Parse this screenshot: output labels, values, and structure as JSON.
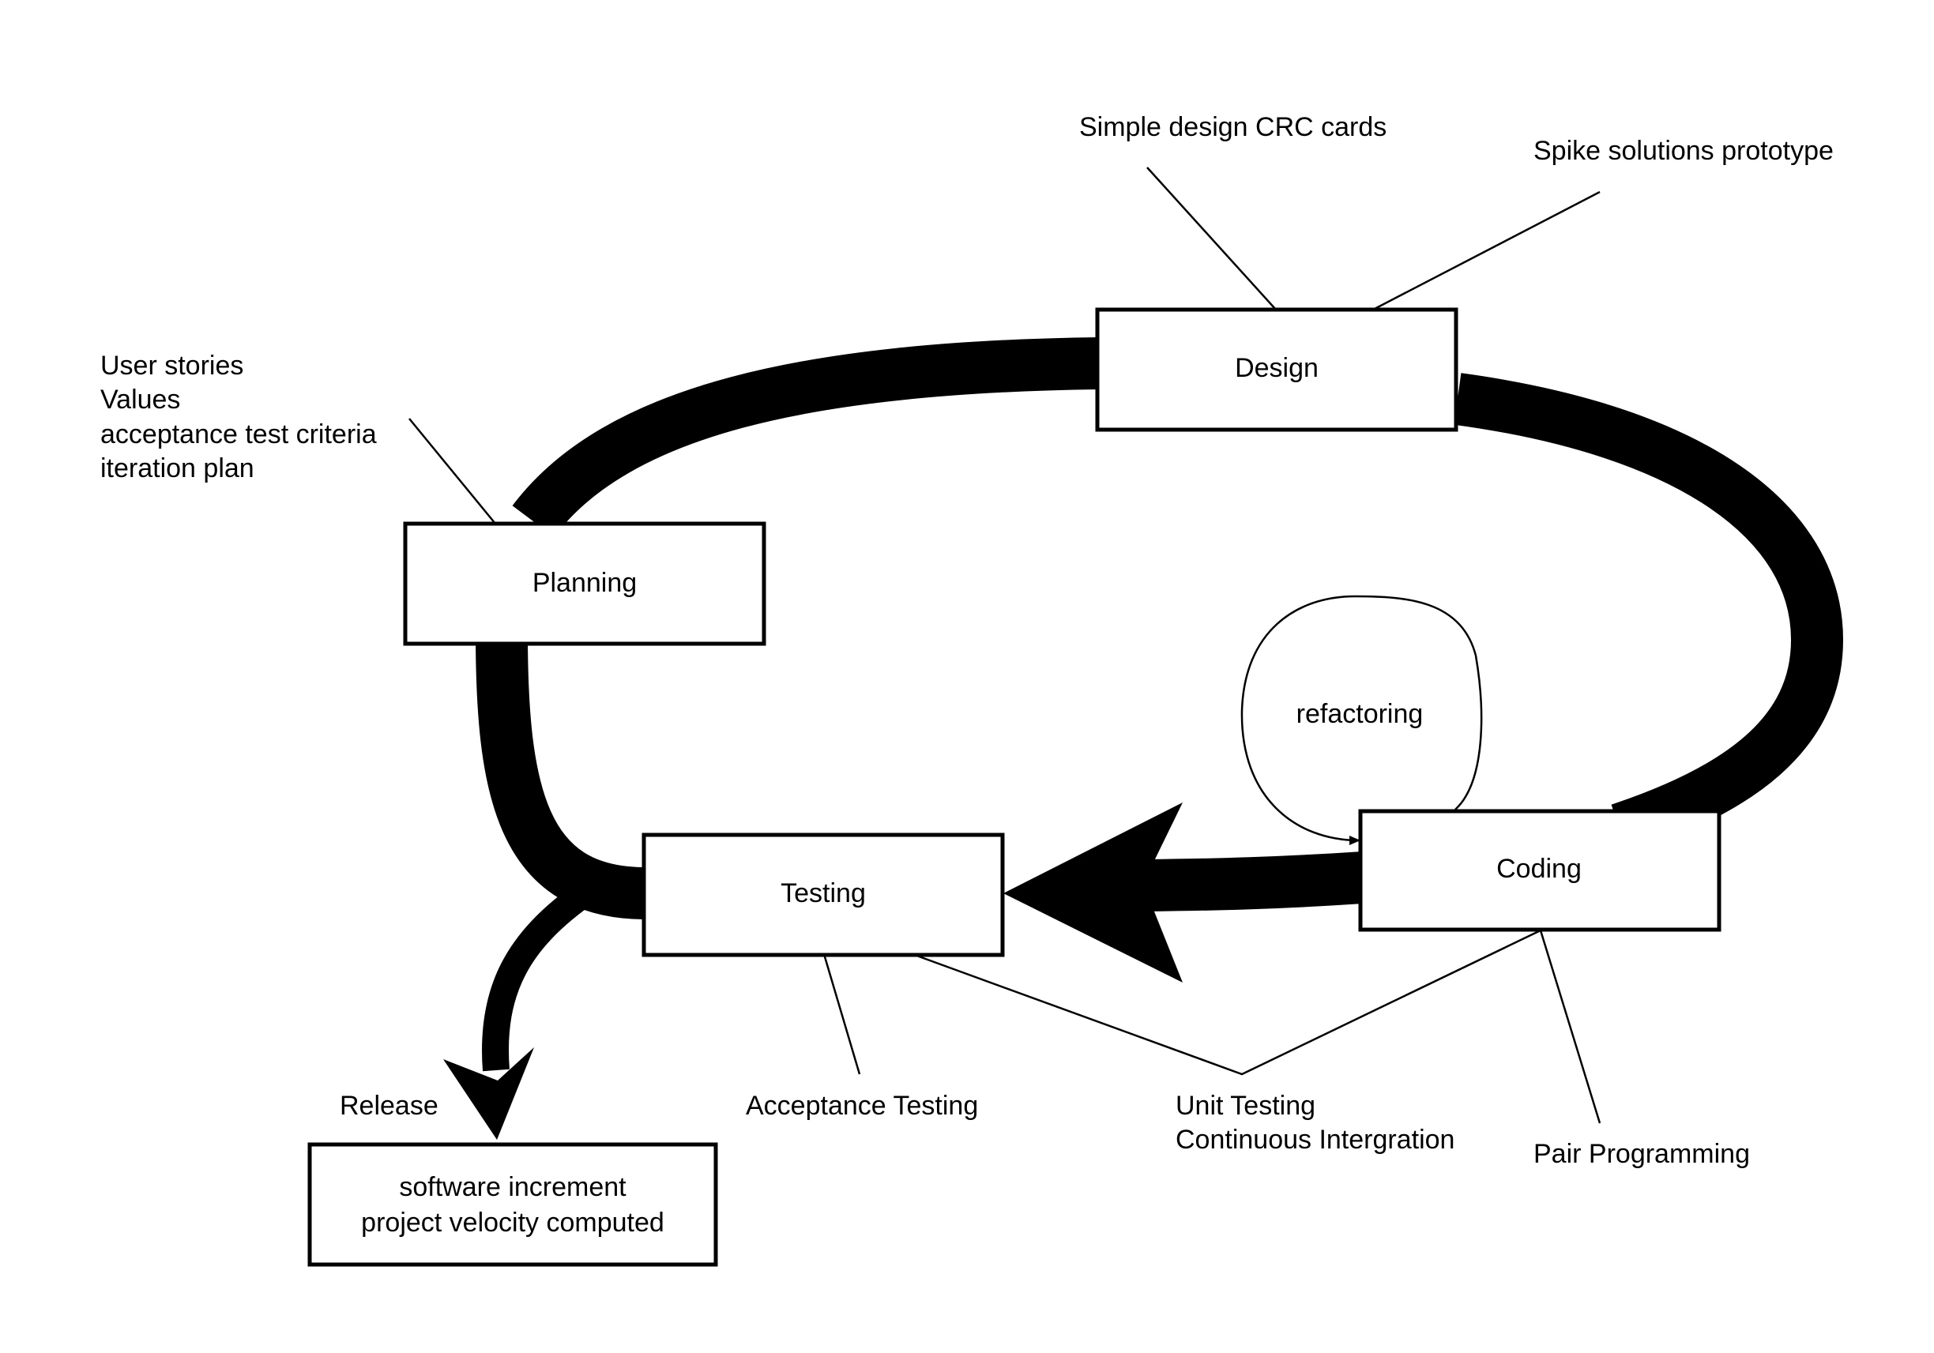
{
  "stages": {
    "planning": "Planning",
    "design": "Design",
    "coding": "Coding",
    "testing": "Testing"
  },
  "refactoring": "refactoring",
  "release": {
    "label": "Release",
    "output_line_1": "software increment",
    "output_line_2": "project velocity computed"
  },
  "annotations": {
    "planning_notes": [
      "User stories",
      "Values",
      "acceptance test criteria",
      "iteration plan"
    ],
    "design_left": "Simple design CRC cards",
    "design_right": "Spike solutions prototype",
    "acceptance_testing": "Acceptance Testing",
    "unit_testing": "Unit Testing",
    "continuous_integration": "Continuous Intergration",
    "pair_programming": "Pair Programming"
  }
}
